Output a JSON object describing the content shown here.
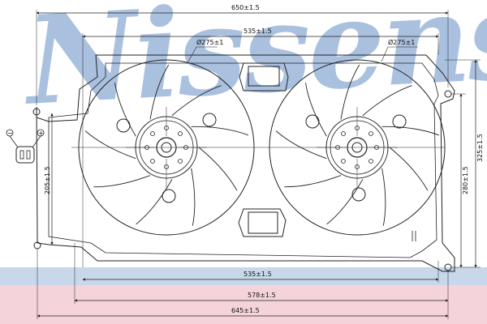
{
  "watermark": {
    "brand": "Nissens",
    "registered": "®"
  },
  "dimensions": {
    "top_width": "650±1.5",
    "upper_inner_width": "535±1.5",
    "lower_inner_width": "535±1.5",
    "bottom_width_1": "578±1.5",
    "bottom_width_2": "645±1.5",
    "left_height": "205±1.5",
    "right_height_inner": "280±1.5",
    "right_height_outer": "325±1.5",
    "fan_left_diameter": "Ø275±1",
    "fan_right_diameter": "Ø275±1"
  },
  "connector": {
    "minus": "−",
    "plus": "+"
  },
  "colors": {
    "line": "#222222",
    "watermark": "#aac0df",
    "band_blue": "#c8d7ea",
    "band_pink": "#f4d3da"
  }
}
